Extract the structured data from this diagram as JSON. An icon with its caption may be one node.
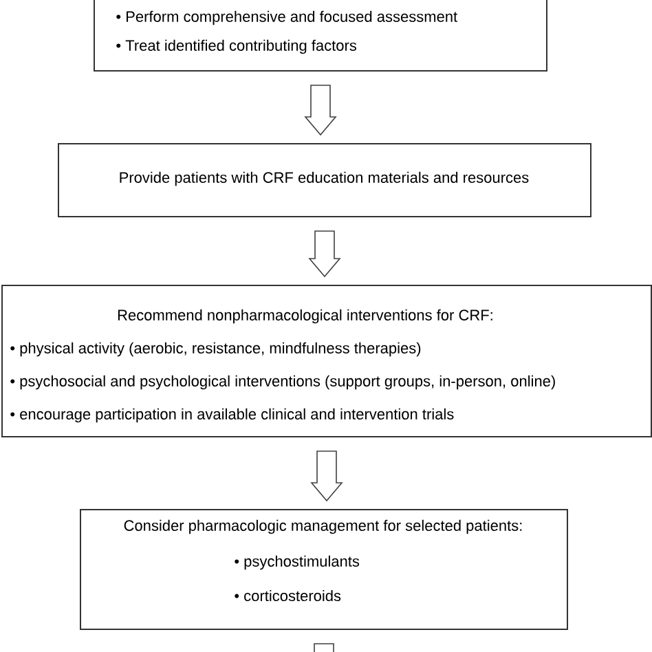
{
  "diagram": {
    "nodes": [
      {
        "text": [
          "• Perform comprehensive and focused assessment",
          "• Treat identified contributing factors"
        ]
      },
      {
        "text": [
          "Provide patients with CRF education materials and resources"
        ]
      },
      {
        "text": [
          "Recommend nonpharmacological interventions for CRF:",
          "• physical activity (aerobic, resistance, mindfulness therapies)",
          "• psychosocial and psychological interventions (support groups, in-person, online)",
          "• encourage participation in available clinical and intervention trials"
        ]
      },
      {
        "text": [
          "Consider pharmacologic management for selected patients:",
          "• psychostimulants",
          "• corticosteroids"
        ]
      }
    ],
    "edges": [
      {
        "from": 0,
        "to": 1,
        "arrow": "to"
      },
      {
        "from": 1,
        "to": 2,
        "arrow": "to"
      },
      {
        "from": 2,
        "to": 3,
        "arrow": "to"
      },
      {
        "from": 3,
        "to": null,
        "arrow": "to"
      }
    ]
  }
}
